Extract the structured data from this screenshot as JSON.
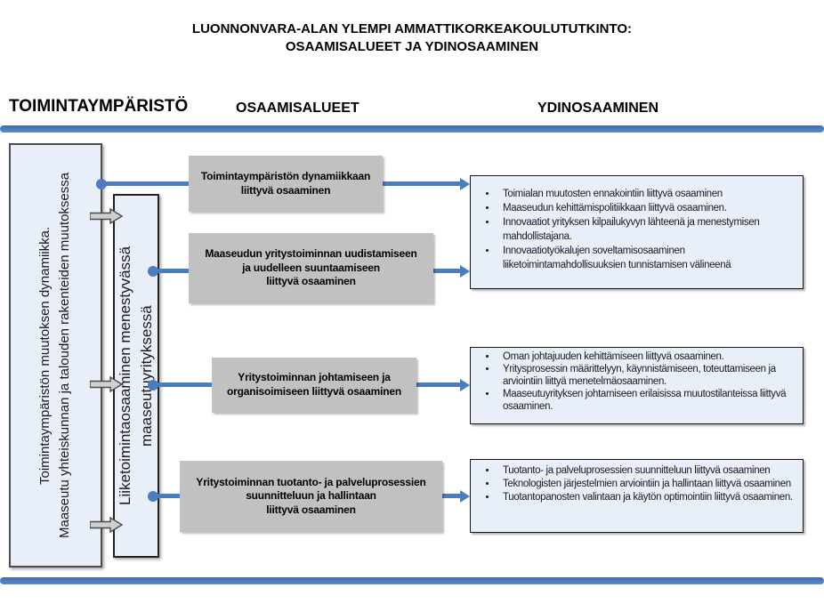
{
  "title": {
    "line1": "LUONNONVARA-ALAN YLEMPI AMMATTIKORKEAKOULUTUTKINTO:",
    "line2": "OSAAMISALUEET JA YDINOSAAMINEN"
  },
  "column_headers": {
    "environment": "TOIMINTAYMPÄRISTÖ",
    "areas": "OSAAMISALUEET",
    "core": "YDINOSAAMINEN"
  },
  "environment_box": {
    "line1": "Toimintaympäristön muutoksen dynamiikka.",
    "line2": "Maaseutu yhteiskunnan ja talouden rakenteiden muutoksessa"
  },
  "business_box": {
    "line1": "Liiketoimintaosaaminen menestyvässä",
    "line2": "maaseutuyrityksessä"
  },
  "competence_areas": [
    {
      "label": "Toimintaympäristön dynamiikkaan\nliittyvä osaaminen"
    },
    {
      "label": "Maaseudun yritystoiminnan uudistamiseen\nja uudelleen suuntaamiseen\nliittyvä osaaminen"
    },
    {
      "label": "Yritystoiminnan johtamiseen ja\norganisoimiseen liittyvä osaaminen"
    },
    {
      "label": "Yritystoiminnan tuotanto- ja palveluprosessien\nsuunnitteluun ja hallintaan\nliittyvä osaaminen"
    }
  ],
  "core_competences": [
    {
      "bullets": [
        "Toimialan muutosten ennakointiin liittyvä osaaminen",
        "Maaseudun kehittämispolitiikkaan liittyvä osaaminen.",
        "Innovaatiot yrityksen kilpailukyvyn lähteenä ja menestymisen mahdollistajana.",
        "Innovaatiotyökalujen soveltamisosaaminen liiketoimintamahdollisuuksien tunnistamisen välineenä"
      ]
    },
    {
      "bullets": [
        "Oman johtajuuden kehittämiseen liittyvä osaaminen.",
        "Yritysprosessin määrittelyyn, käynnistämiseen, toteuttamiseen ja arviointiin liittyä menetelmäosaaminen.",
        "Maaseutuyrityksen johtamiseen erilaisissa muutostilanteissa liittyvä osaaminen."
      ]
    },
    {
      "bullets": [
        "Tuotanto- ja palveluprosessien suunnitteluun liittyvä osaaminen",
        "Teknologisten järjestelmien arviointiin ja hallintaan liittyvä osaaminen",
        "Tuotantopanosten valintaan ja käytön optimointiin liittyvä osaaminen."
      ]
    }
  ],
  "colors": {
    "accent_blue": "#4a7cc1",
    "box_fill_light_blue": "#e9eff9",
    "box_fill_gray": "#c1c1c1"
  }
}
